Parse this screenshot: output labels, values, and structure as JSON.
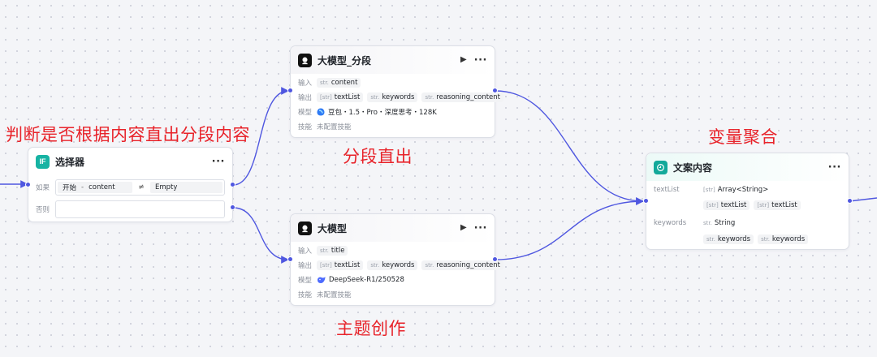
{
  "annotations": {
    "selector_note": "判断是否根据内容直出分段内容",
    "segment_note": "分段直出",
    "topic_note": "主题创作",
    "aggregate_note": "变量聚合"
  },
  "selector_node": {
    "icon_text": "IF",
    "title": "选择器",
    "if_label": "如果",
    "else_label": "否则",
    "condition": {
      "source": "开始",
      "separator": "-",
      "variable": "content",
      "operator_symbol": "≠",
      "value": "Empty"
    }
  },
  "llm_segment_node": {
    "title": "大模型_分段",
    "input_label": "输入",
    "output_label": "输出",
    "model_label": "模型",
    "skill_label": "技能",
    "inputs": [
      {
        "type": "str.",
        "name": "content"
      }
    ],
    "outputs": [
      {
        "type": "[str]",
        "name": "textList"
      },
      {
        "type": "str.",
        "name": "keywords"
      },
      {
        "type": "str.",
        "name": "reasoning_content"
      }
    ],
    "model_icon": "doubao-icon",
    "model_name": "豆包・1.5・Pro・深度思考・128K",
    "skill_value": "未配置技能"
  },
  "llm_node": {
    "title": "大模型",
    "input_label": "输入",
    "output_label": "输出",
    "model_label": "模型",
    "skill_label": "技能",
    "inputs": [
      {
        "type": "str.",
        "name": "title"
      }
    ],
    "outputs": [
      {
        "type": "[str]",
        "name": "textList"
      },
      {
        "type": "str.",
        "name": "keywords"
      },
      {
        "type": "str.",
        "name": "reasoning_content"
      }
    ],
    "model_icon": "deepseek-whale-icon",
    "model_name": "DeepSeek-R1/250528",
    "skill_value": "未配置技能"
  },
  "aggregator_node": {
    "title": "文案内容",
    "groups": [
      {
        "name": "textList",
        "result": {
          "type": "[str]",
          "name": "Array<String>"
        },
        "sources": [
          {
            "type": "[str]",
            "name": "textList"
          },
          {
            "type": "[str]",
            "name": "textList"
          }
        ]
      },
      {
        "name": "keywords",
        "result": {
          "type": "str.",
          "name": "String"
        },
        "sources": [
          {
            "type": "str.",
            "name": "keywords"
          },
          {
            "type": "str.",
            "name": "keywords"
          }
        ]
      }
    ]
  },
  "colors": {
    "accent": "#4f57e0",
    "annotation_red": "#e8232a",
    "selector_icon_bg": "#17b3a3",
    "aggregator_icon_bg": "#12a99a",
    "llm_icon_bg": "#111111"
  }
}
